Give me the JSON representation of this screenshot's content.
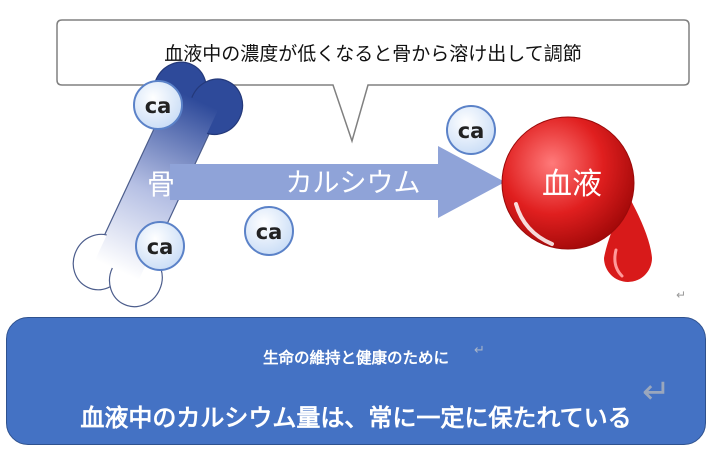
{
  "callout": {
    "text": "血液中の濃度が低くなると骨から溶け出して調節"
  },
  "bone": {
    "label": "骨"
  },
  "arrow": {
    "label": "カルシウム"
  },
  "blood": {
    "label": "血液"
  },
  "ion_label": "ca",
  "summary": {
    "sub": "生命の維持と健康のために",
    "main": "血液中のカルシウム量は、常に一定に保たれている"
  },
  "return_mark": "↵",
  "colors": {
    "bone_dark": "#2e4a9a",
    "bone_light": "#ffffff",
    "arrow": "#8fa3d8",
    "blood": "#e01f1f",
    "summary_bg": "#4472c4",
    "ion_fill": "#dce9fb",
    "ion_stroke": "#5b82c8"
  }
}
